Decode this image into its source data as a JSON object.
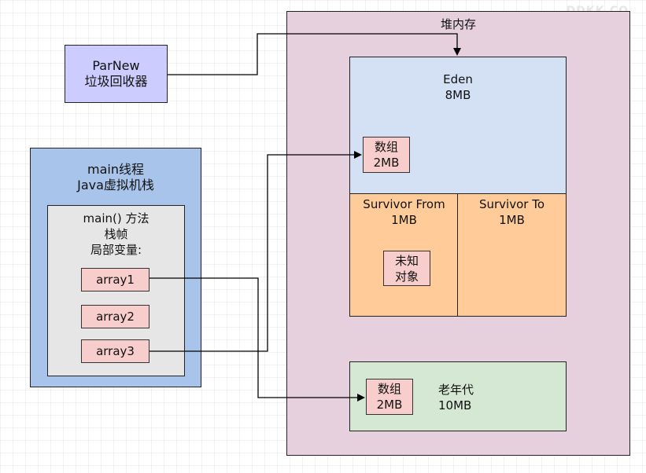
{
  "watermark": "DDKK.CO",
  "colors": {
    "heap": "#e6d0de",
    "eden": "#d4e1f5",
    "survivor": "#ffcc99",
    "old_gen": "#d5e8d4",
    "object": "#f8cecc",
    "collector": "#ccccff",
    "thread": "#a9c4eb",
    "frame": "#e6e6e6",
    "line": "#000000"
  },
  "heap": {
    "title": "堆内存"
  },
  "collector": {
    "label": "ParNew\n垃圾回收器"
  },
  "eden": {
    "label": "Eden\n8MB"
  },
  "eden_object": {
    "label": "数组\n2MB"
  },
  "survivor_from": {
    "label": "Survivor From\n1MB"
  },
  "survivor_to": {
    "label": "Survivor To\n1MB"
  },
  "unknown_object": {
    "label": "未知\n对象"
  },
  "old_gen": {
    "label": "老年代\n10MB"
  },
  "old_object": {
    "label": "数组\n2MB"
  },
  "thread": {
    "label": "main线程\nJava虚拟机栈"
  },
  "frame": {
    "label": "main() 方法\n栈帧\n局部变量:"
  },
  "vars": [
    "array1",
    "array2",
    "array3"
  ]
}
